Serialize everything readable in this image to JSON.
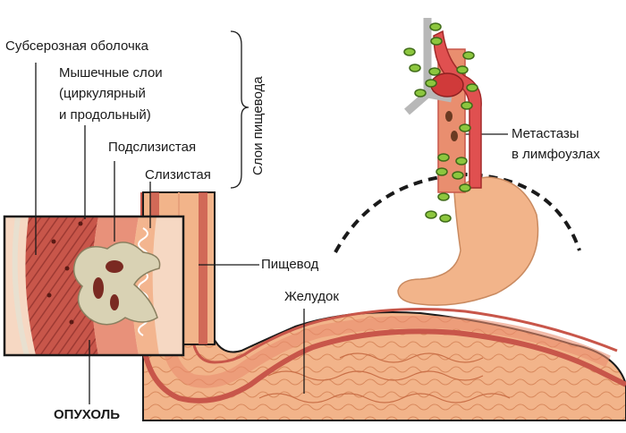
{
  "labels": {
    "subserosa": "Субсерозная оболочка",
    "muscle_line1": "Мышечные слои",
    "muscle_line2": "(циркулярный",
    "muscle_line3": "и продольный)",
    "submucosa": "Подслизистая",
    "mucosa": "Слизистая",
    "layers_group": "Слои пищевода",
    "esophagus": "Пищевод",
    "stomach": "Желудок",
    "tumor": "ОПУХОЛЬ",
    "metastasis_line1": "Метастазы",
    "metastasis_line2": "в лимфоузлах"
  },
  "colors": {
    "muscle": "#c8564a",
    "tissue": "#f2b48a",
    "lymph_node": "#8cc63e",
    "tumor": "#d9d2b4",
    "aorta": "#e05050",
    "outline": "#1a1a1a"
  }
}
